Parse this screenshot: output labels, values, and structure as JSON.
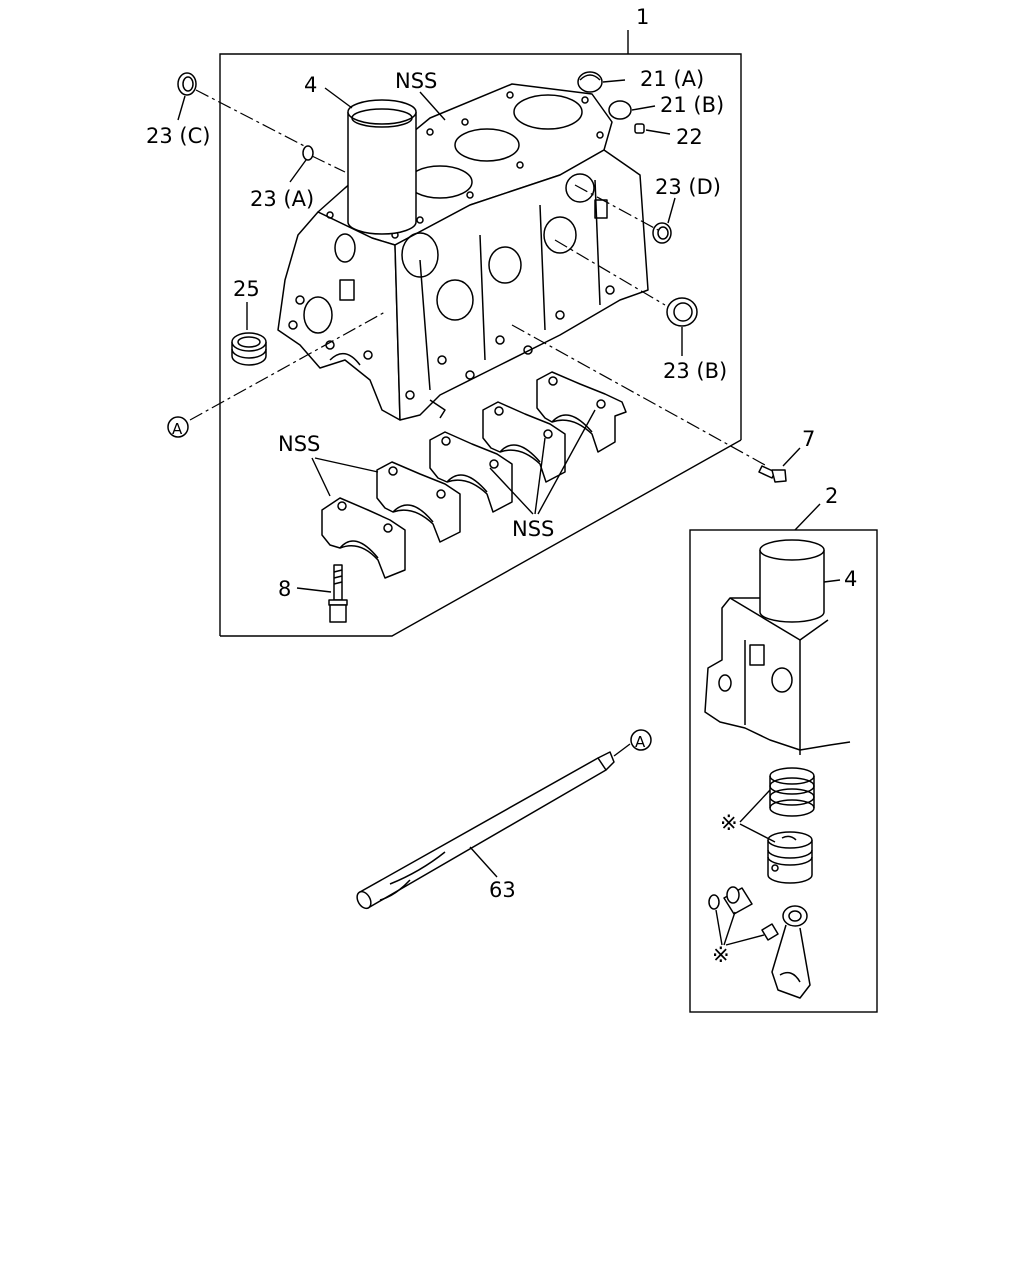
{
  "labels": {
    "l1": "1",
    "l2": "2",
    "l4_top": "4",
    "l4_side": "4",
    "nss_top": "NSS",
    "nss_left": "NSS",
    "nss_bottom": "NSS",
    "l21a": "21 (A)",
    "l21b": "21 (B)",
    "l22": "22",
    "l23c": "23 (C)",
    "l23a": "23 (A)",
    "l23d": "23 (D)",
    "l23b": "23 (B)",
    "l25": "25",
    "l7": "7",
    "l8": "8",
    "l63": "63",
    "refA_block": "A",
    "refA_shaft": "A",
    "star_top": "※",
    "star_bottom": "※"
  },
  "icons": [
    "reference-circle-a",
    "asterisk-note-mark"
  ],
  "colors": {
    "line": "#000000",
    "background": "#ffffff"
  }
}
